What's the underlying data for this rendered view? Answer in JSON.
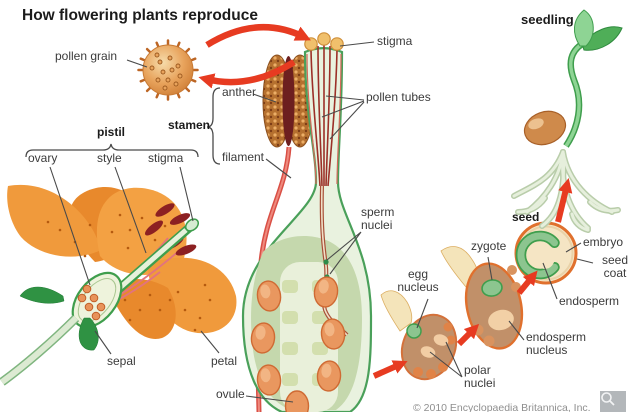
{
  "title": "How flowering plants reproduce",
  "labels": {
    "pollen_grain": "pollen grain",
    "stigma_top": "stigma",
    "pollen_tubes": "pollen tubes",
    "seedling": "seedling",
    "stamen": "stamen",
    "anther": "anther",
    "filament": "filament",
    "pistil": "pistil",
    "ovary": "ovary",
    "style": "style",
    "stigma_flower": "stigma",
    "sepal": "sepal",
    "petal": "petal",
    "ovule": "ovule",
    "sperm_nuclei": "sperm\nnuclei",
    "egg_nucleus": "egg\nnucleus",
    "polar_nuclei": "polar\nnuclei",
    "zygote": "zygote",
    "seed": "seed",
    "embryo": "embryo",
    "seed_coat": "seed\ncoat",
    "endosperm": "endosperm",
    "endosperm_nucleus": "endosperm\nnucleus"
  },
  "footer": {
    "copyright": "© 2010 Encyclopaedia Britannica, Inc."
  },
  "icons": {
    "zoom_button": "magnifier-icon"
  },
  "colors": {
    "arrow_red": "#e73b21",
    "petal_orange": "#f09a3c",
    "anther_red": "#8c2022",
    "pistil_green": "#3f9e4d",
    "pistil_fill": "#e9f2df",
    "ovule_orange": "#e9975f",
    "seed_coat_orange": "#e0702d",
    "embryo_green": "#8cc58f",
    "label_gray": "#3b3b3b"
  }
}
